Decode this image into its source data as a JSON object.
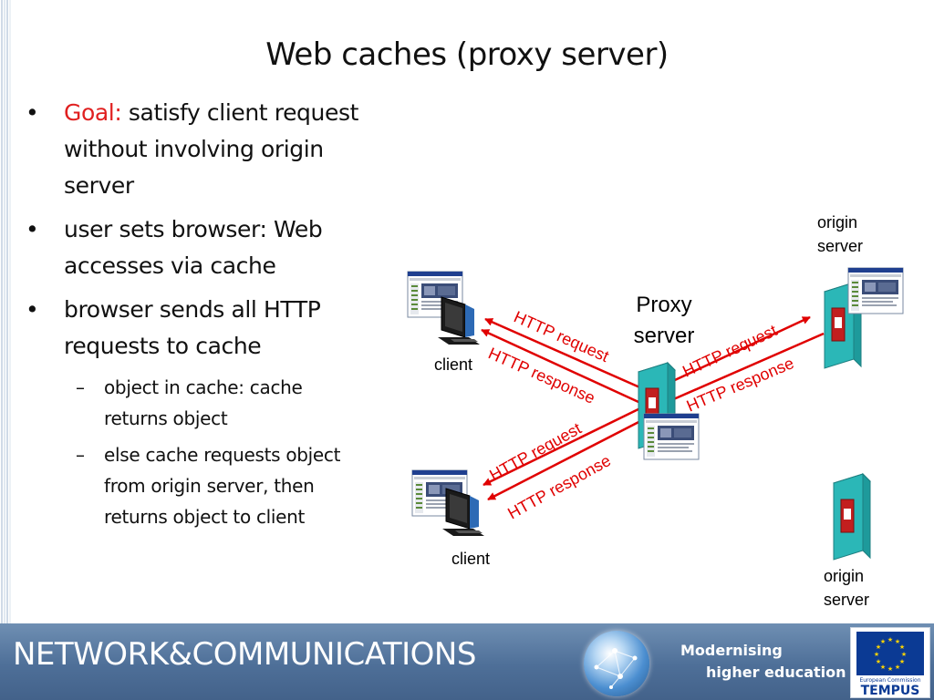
{
  "slide": {
    "title": "Web caches (proxy server)"
  },
  "bullets": [
    {
      "level": 1,
      "prefix": "Goal:",
      "text": "satisfy client request without involving origin server",
      "lines": [
        "satisfy client request",
        "without involving origin",
        "server"
      ]
    },
    {
      "level": 1,
      "text": "user sets browser: Web accesses via cache",
      "lines": [
        "user sets browser: Web",
        "accesses via cache"
      ]
    },
    {
      "level": 1,
      "text": "browser sends all HTTP requests to cache",
      "lines": [
        "browser sends all HTTP",
        "requests to cache"
      ]
    },
    {
      "level": 2,
      "text": "object in cache: cache returns object",
      "lines": [
        "object in cache: cache",
        "returns object"
      ]
    },
    {
      "level": 2,
      "text": "else cache requests object from origin server, then returns object to client",
      "lines": [
        "else cache requests object",
        "from origin server, then",
        "returns object to client"
      ]
    }
  ],
  "bullet_marks": {
    "level1": "•",
    "level2": "–"
  },
  "diagram": {
    "proxy_label": [
      "Proxy",
      "server"
    ],
    "client_label": "client",
    "origin_label": [
      "origin",
      "server"
    ],
    "http_request": "HTTP request",
    "http_response": "HTTP response",
    "colors": {
      "arrow": "#e00000",
      "label": "#e00000",
      "server": "#2bb7b7"
    }
  },
  "footer": {
    "title": "NETWORK&COMMUNICATIONS",
    "tagline": [
      "Modernising",
      "higher education"
    ],
    "eu_caption": "European Commission",
    "eu_program": "TEMPUS"
  }
}
